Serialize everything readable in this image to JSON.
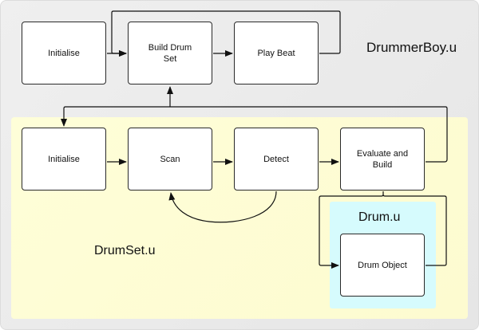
{
  "diagram": {
    "type": "flowchart",
    "modules": {
      "drummerboy": {
        "label": "DrummerBoy.u",
        "color": "#ebebeb"
      },
      "drumset": {
        "label": "DrumSet.u",
        "color": "#fdfcd2"
      },
      "drum": {
        "label": "Drum.u",
        "color": "#d6fbfd"
      }
    },
    "nodes": {
      "top_initialise": "Initialise",
      "build_drum_set": "Build Drum Set",
      "play_beat": "Play Beat",
      "set_initialise": "Initialise",
      "scan": "Scan",
      "detect": "Detect",
      "evaluate_build": "Evaluate and Build",
      "drum_object": "Drum Object"
    },
    "edges": [
      {
        "from": "Initialise",
        "to": "Build Drum Set"
      },
      {
        "from": "Build Drum Set",
        "to": "Play Beat"
      },
      {
        "from": "Play Beat",
        "to": "Build Drum Set"
      },
      {
        "from": "Evaluate and Build",
        "to": "Build Drum Set"
      },
      {
        "from": "Evaluate and Build",
        "to": "Initialise (DrumSet.u)"
      },
      {
        "from": "Initialise (DrumSet.u)",
        "to": "Scan"
      },
      {
        "from": "Scan",
        "to": "Detect"
      },
      {
        "from": "Detect",
        "to": "Scan"
      },
      {
        "from": "Detect",
        "to": "Evaluate and Build"
      },
      {
        "from": "Evaluate and Build",
        "to": "Drum Object"
      },
      {
        "from": "Drum Object",
        "to": "Evaluate and Build"
      }
    ]
  }
}
